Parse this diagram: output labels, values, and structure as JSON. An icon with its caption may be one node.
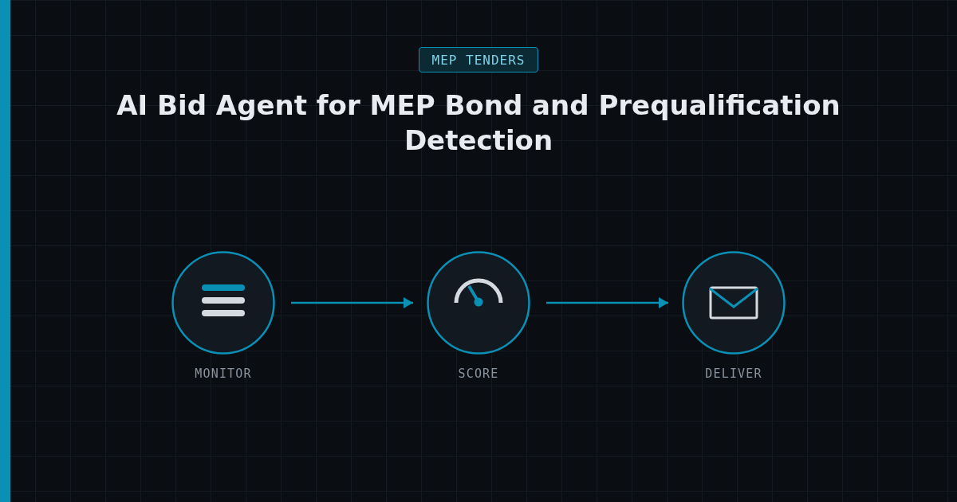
{
  "diagram": {
    "title": "AI Bid Agent for MEP Bond and Prequalification Detection",
    "nodes": [
      {
        "text": [
          "MEP TENDERS"
        ]
      },
      {
        "text": [
          "MONITOR"
        ]
      },
      {
        "text": [
          "SCORE"
        ]
      },
      {
        "text": [
          "DELIVER"
        ]
      }
    ],
    "edges": [
      {
        "from": 1,
        "to": 2,
        "arrow": "to"
      },
      {
        "from": 2,
        "to": 3,
        "arrow": "to"
      }
    ]
  }
}
